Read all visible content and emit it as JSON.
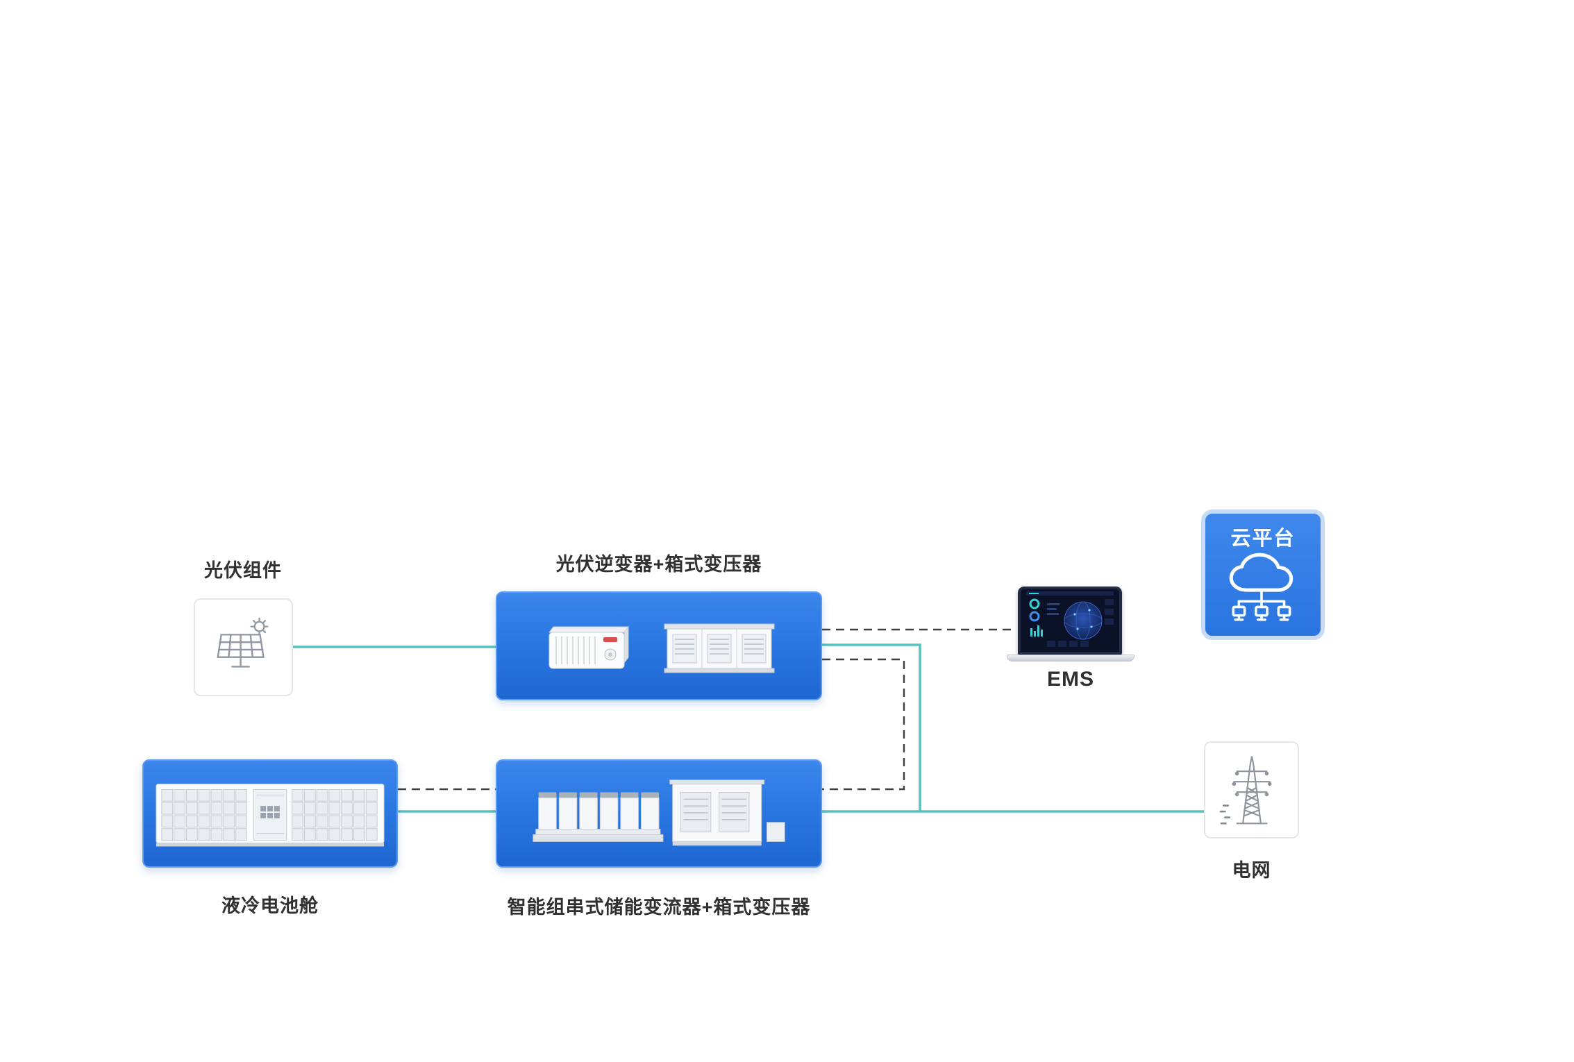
{
  "nodes": {
    "pv_module": {
      "label": "光伏组件",
      "icon": "solar-panel-icon"
    },
    "pv_inverter": {
      "label": "光伏逆变器+箱式变压器",
      "icon": "inverter-and-box-transformer-image"
    },
    "ems": {
      "label": "EMS",
      "icon": "ems-dashboard-laptop"
    },
    "cloud_platform": {
      "label": "云平台",
      "icon": "cloud-network-icon"
    },
    "battery": {
      "label": "液冷电池舱",
      "icon": "liquid-cooled-battery-container-image"
    },
    "storage_pcs": {
      "label": "智能组串式储能变流器+箱式变压器",
      "icon": "storage-converter-and-transformer-image"
    },
    "grid": {
      "label": "电网",
      "icon": "transmission-tower-icon"
    }
  },
  "colors": {
    "node_blue": "#2b79e3",
    "node_blue_dark": "#1f67d2",
    "cloud_halo": "#c7dbf6",
    "power_line": "#56c2bf",
    "comm_line": "#3f3f3f",
    "label_text": "#303030"
  }
}
